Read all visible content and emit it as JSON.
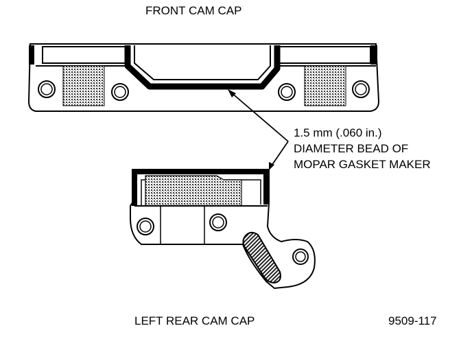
{
  "labels": {
    "front_cap": "FRONT CAM CAP",
    "rear_cap": "LEFT REAR CAM CAP",
    "figure_number": "9509-117"
  },
  "callout": {
    "line1": "1.5 mm (.060 in.)",
    "line2": "DIAMETER BEAD OF",
    "line3": "MOPAR GASKET MAKER"
  }
}
